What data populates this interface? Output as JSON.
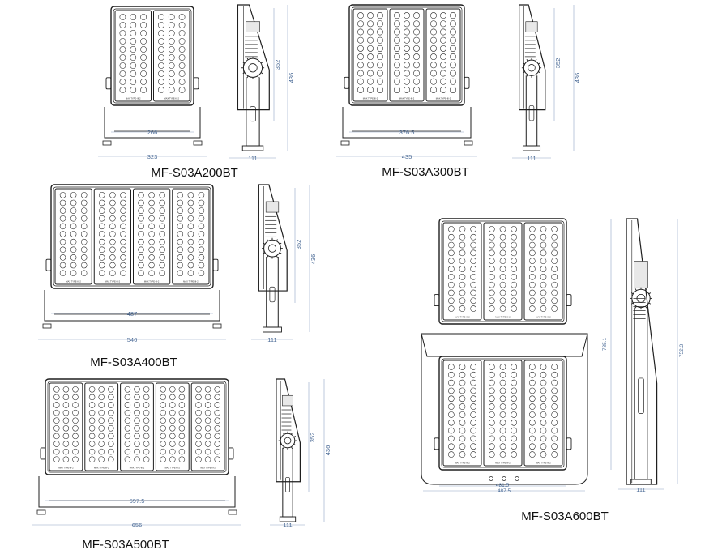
{
  "products": [
    {
      "id": "s03a200",
      "model": "MF-S03A200BT",
      "modules": 2,
      "inner_width": "266",
      "outer_width": "323",
      "side_height_inner": "352",
      "side_height_outer": "436",
      "side_depth": "111",
      "module_label": "MAX TYPE-III-2"
    },
    {
      "id": "s03a300",
      "model": "MF-S03A300BT",
      "modules": 3,
      "inner_width": "376.5",
      "outer_width": "435",
      "side_height_inner": "352",
      "side_height_outer": "436",
      "side_depth": "111",
      "module_label": "MAX TYPE-III-2"
    },
    {
      "id": "s03a400",
      "model": "MF-S03A400BT",
      "modules": 4,
      "inner_width": "487",
      "outer_width": "546",
      "side_height_inner": "352",
      "side_height_outer": "436",
      "side_depth": "111",
      "module_label": "MAX TYPE-III-2"
    },
    {
      "id": "s03a500",
      "model": "MF-S03A500BT",
      "modules": 5,
      "inner_width": "597.5",
      "outer_width": "656",
      "side_height_inner": "352",
      "side_height_outer": "436",
      "side_depth": "111",
      "module_label": "MAX TYPE-III-2"
    },
    {
      "id": "s03a600",
      "model": "MF-S03A600BT",
      "modules": 6,
      "inner_width": "481.5",
      "outer_width": "487.5",
      "side_height_inner": "785.1",
      "side_height_outer": "752.3",
      "side_depth": "111",
      "module_label": "MAX TYPE-III-2"
    }
  ],
  "colors": {
    "ink": "#1f1f1f",
    "dimension": "#8fa6c6",
    "dimension_text": "#4a6a96"
  }
}
